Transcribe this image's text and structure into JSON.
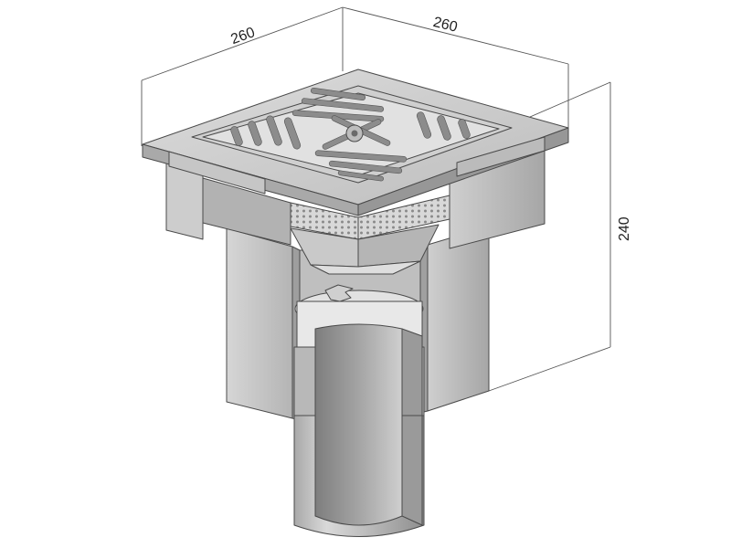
{
  "dimensions": {
    "width_left": "260",
    "width_right": "260",
    "height": "240"
  },
  "colors": {
    "metal_light": "#e6e6e6",
    "metal_mid": "#c4c4c4",
    "metal_dark": "#8c8c8c",
    "metal_shadow": "#6f6f6f",
    "edge": "#4a4a4a",
    "dimension_line": "#555555"
  }
}
